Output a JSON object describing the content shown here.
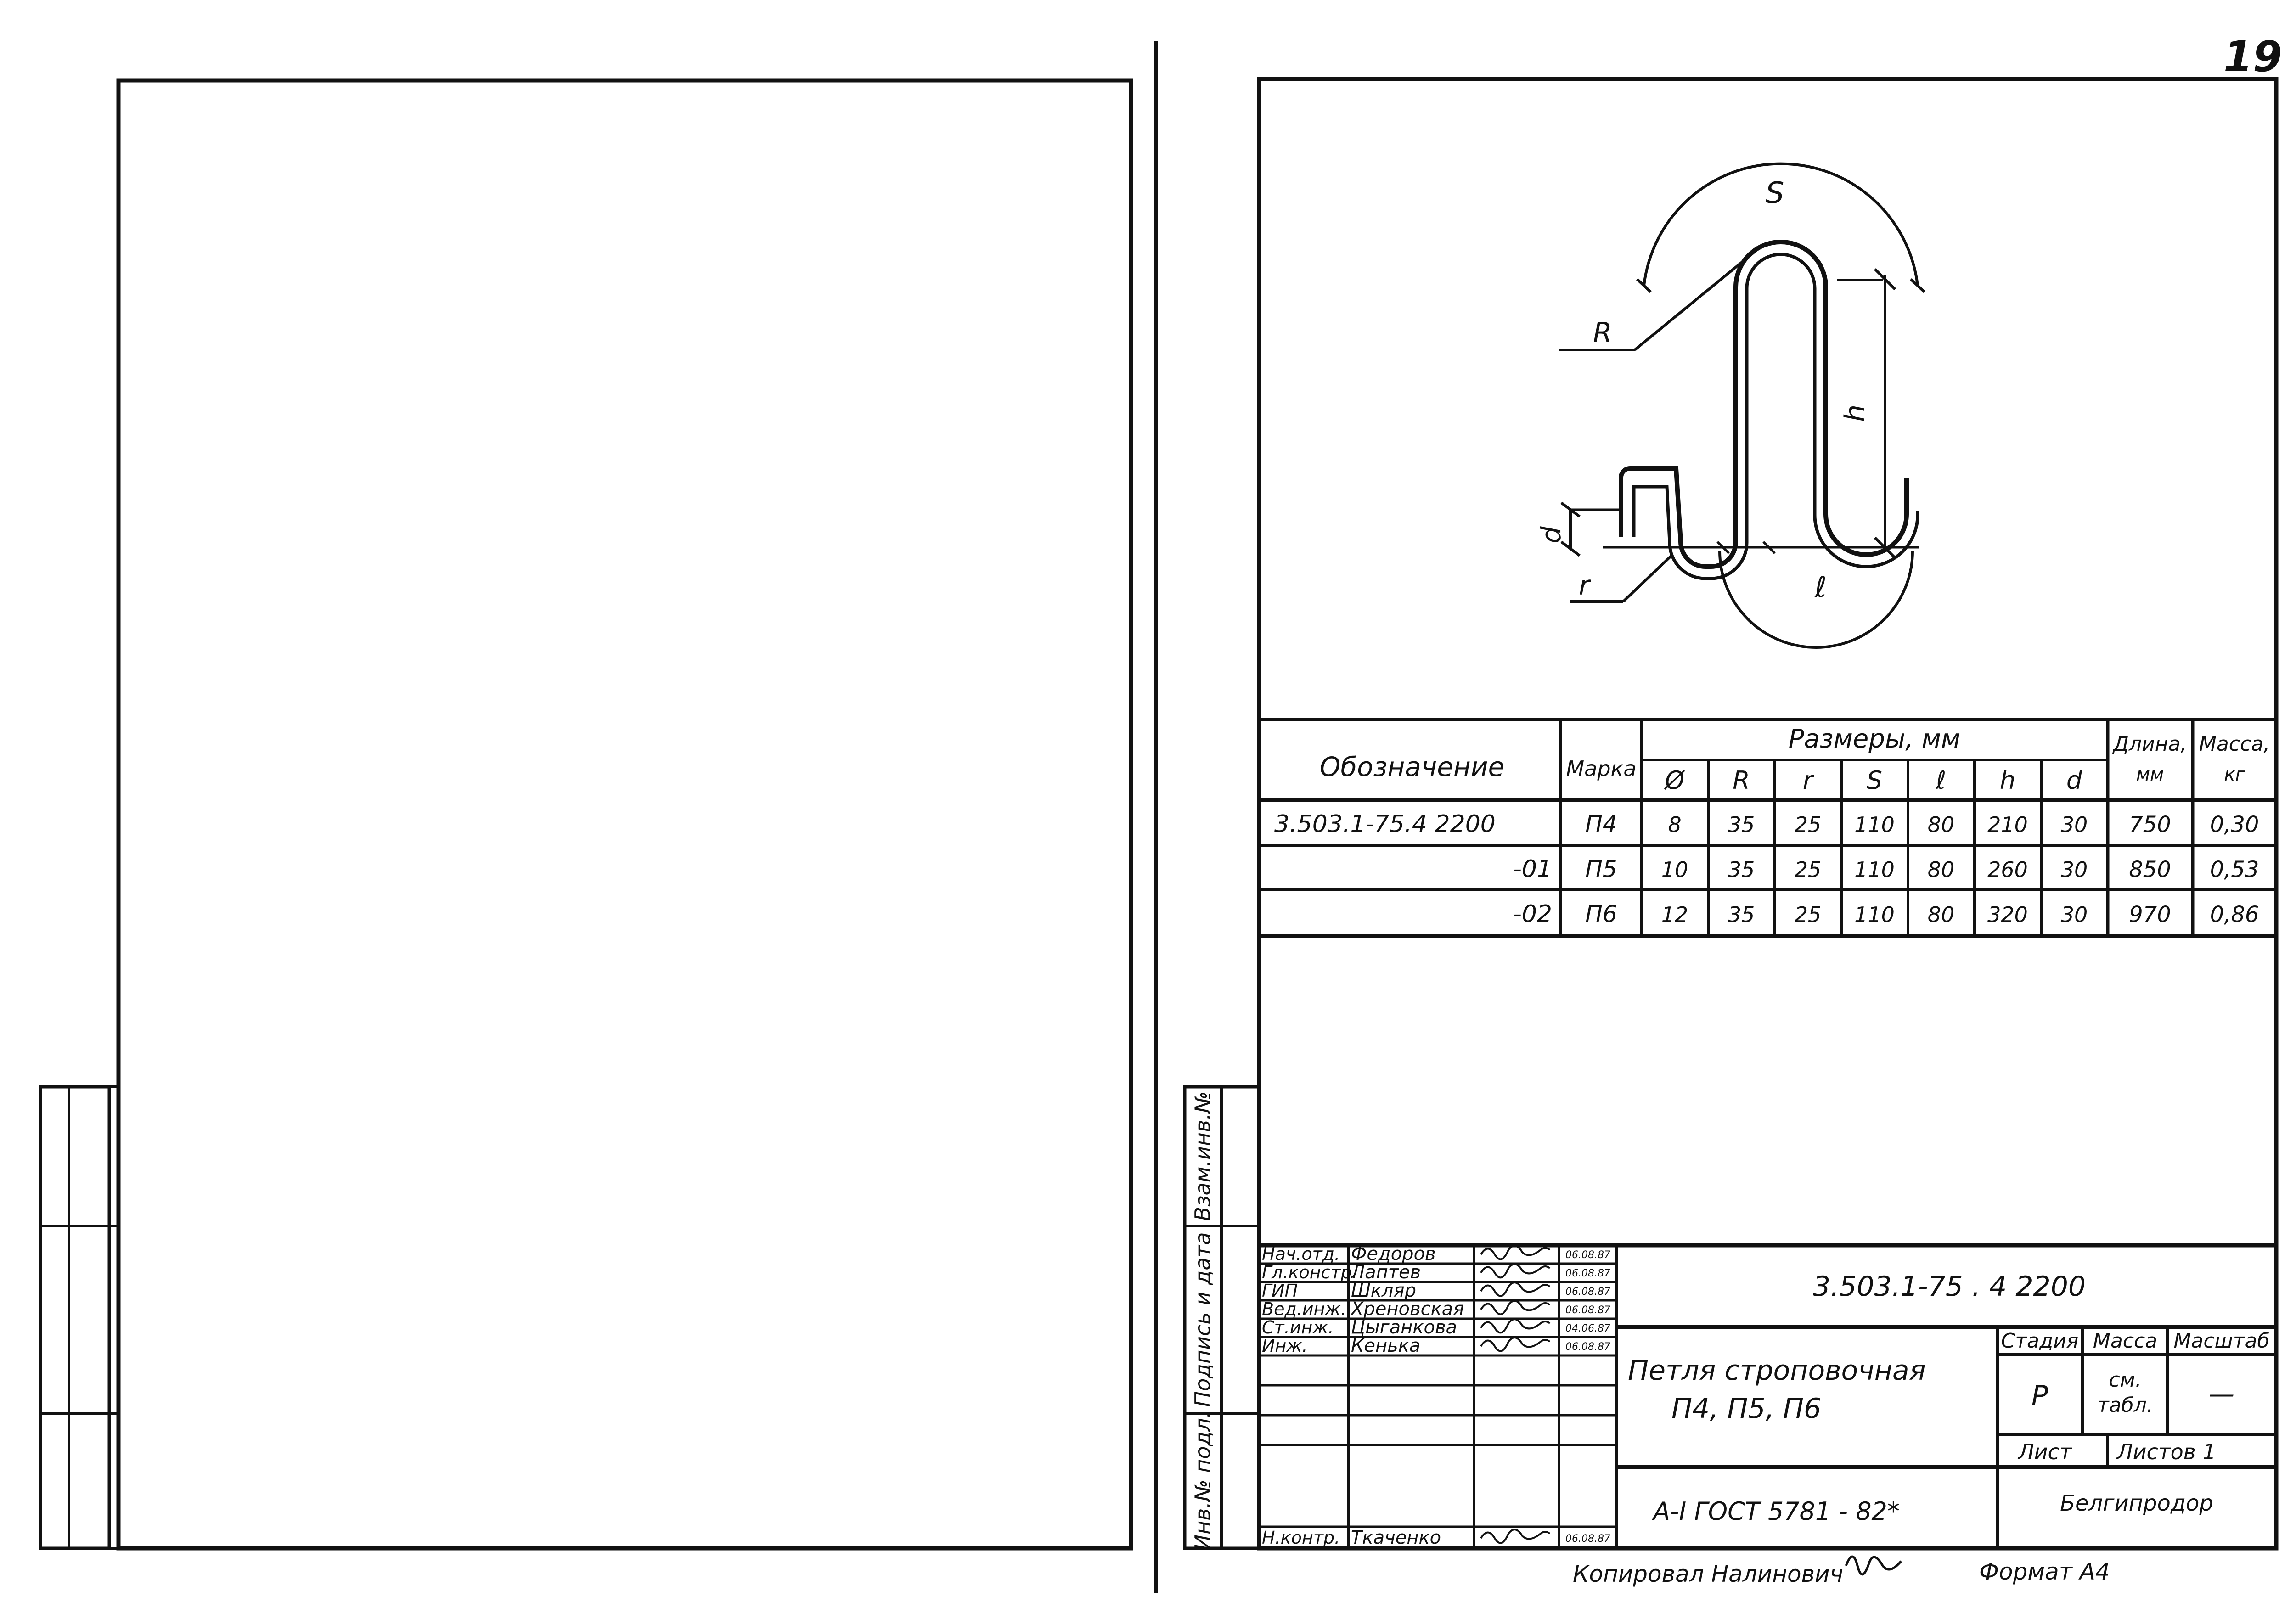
{
  "page_number": "19",
  "drawing": {
    "labels": {
      "S": "S",
      "R": "R",
      "h": "h",
      "d": "d",
      "r": "r",
      "l": "ℓ"
    }
  },
  "table": {
    "col_designation": "Обозначение",
    "col_mark": "Марка",
    "col_dimensions": "Размеры, мм",
    "col_length_l1": "Длина,",
    "col_length_l2": "мм",
    "col_mass_l1": "Масса,",
    "col_mass_l2": "кг",
    "subcols": [
      "Ø",
      "R",
      "r",
      "S",
      "ℓ",
      "h",
      "d"
    ],
    "rows": [
      {
        "designation": "3.503.1-75.4  2200",
        "mark": "П4",
        "dims": [
          "8",
          "35",
          "25",
          "110",
          "80",
          "210",
          "30"
        ],
        "length": "750",
        "mass": "0,30"
      },
      {
        "designation": "-01",
        "mark": "П5",
        "dims": [
          "10",
          "35",
          "25",
          "110",
          "80",
          "260",
          "30"
        ],
        "length": "850",
        "mass": "0,53"
      },
      {
        "designation": "-02",
        "mark": "П6",
        "dims": [
          "12",
          "35",
          "25",
          "110",
          "80",
          "320",
          "30"
        ],
        "length": "970",
        "mass": "0,86"
      }
    ]
  },
  "side_stamp": {
    "vzam": "Взам.инв.№",
    "podpis": "Подпись и дата",
    "inv": "Инв.№ подл."
  },
  "title_block": {
    "signatures": [
      {
        "role": "Нач.отд.",
        "name": "Федоров",
        "date": "06.08.87"
      },
      {
        "role": "Гл.констр.",
        "name": "Лаптев",
        "date": "06.08.87"
      },
      {
        "role": "ГИП",
        "name": "Шкляр",
        "date": "06.08.87"
      },
      {
        "role": "Вед.инж.",
        "name": "Хреновская",
        "date": "06.08.87"
      },
      {
        "role": "Ст.инж.",
        "name": "Цыганкова",
        "date": "04.06.87"
      },
      {
        "role": "Инж.",
        "name": "Кенька",
        "date": "06.08.87"
      },
      {
        "role": "",
        "name": "",
        "date": ""
      },
      {
        "role": "",
        "name": "",
        "date": ""
      },
      {
        "role": "",
        "name": "",
        "date": ""
      },
      {
        "role": "Н.контр.",
        "name": "Ткаченко",
        "date": "06.08.87"
      }
    ],
    "code": "3.503.1-75 . 4  2200",
    "title_l1": "Петля строповочная",
    "title_l2": "П4, П5, П6",
    "stage_label": "Стадия",
    "mass_label": "Масса",
    "scale_label": "Масштаб",
    "stage_value": "Р",
    "mass_value_l1": "см.",
    "mass_value_l2": "табл.",
    "scale_value": "—",
    "sheet_label": "Лист",
    "sheets_label": "Листов 1",
    "material": "А-I ГОСТ 5781 - 82*",
    "org": "Белгипродор"
  },
  "footer": {
    "copied": "Копировал Налинович",
    "format": "Формат А4"
  }
}
